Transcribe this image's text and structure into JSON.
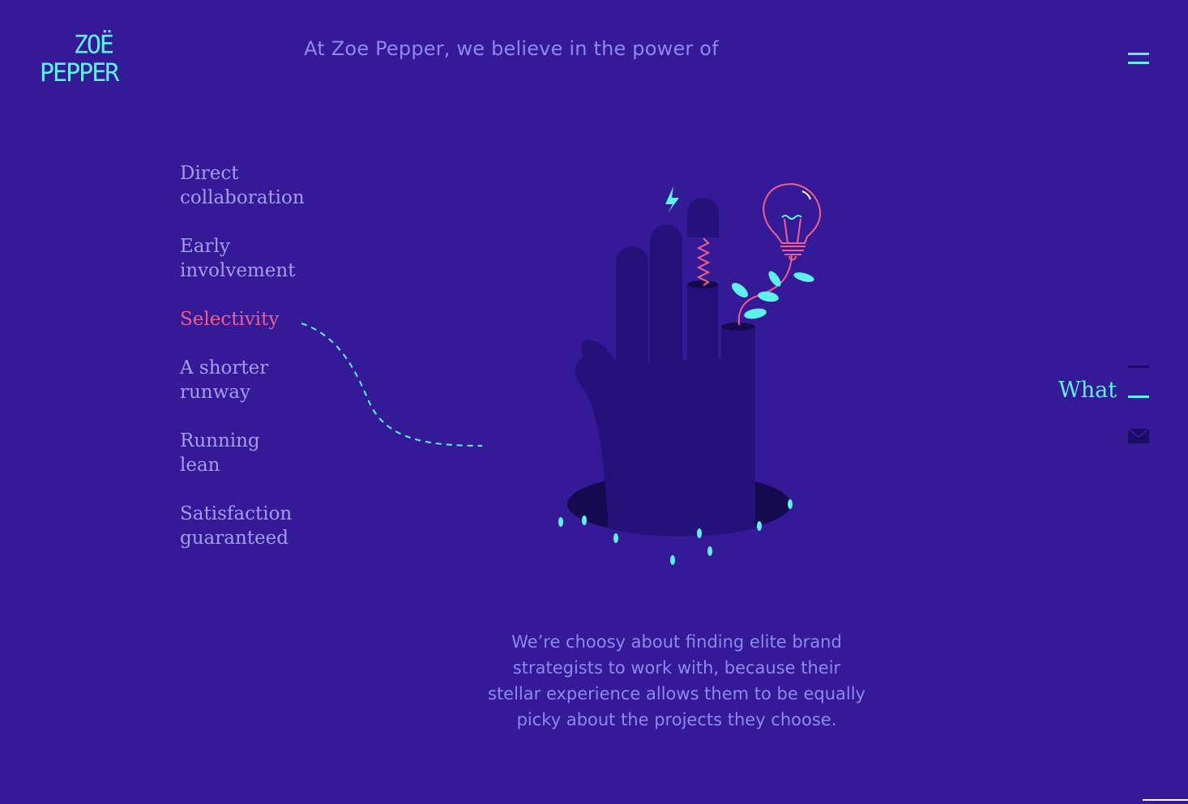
{
  "brand": {
    "logo_line1": "ZOË",
    "logo_line2": "PEPPER"
  },
  "header": {
    "tagline": "At Zoe Pepper, we believe in the power of"
  },
  "values": [
    {
      "label": "Direct\ncollaboration",
      "active": false
    },
    {
      "label": "Early\ninvolvement",
      "active": false
    },
    {
      "label": "Selectivity",
      "active": true
    },
    {
      "label": "A shorter\nrunway",
      "active": false
    },
    {
      "label": "Running\nlean",
      "active": false
    },
    {
      "label": "Satisfaction\nguaranteed",
      "active": false
    }
  ],
  "description": "We’re choosy about finding elite brand strategists to work with, because their stellar experience allows them to be equally picky about the projects they choose.",
  "side_nav": {
    "current_label": "What"
  },
  "colors": {
    "background": "#341a96",
    "accent_cyan": "#5ff0ee",
    "accent_pink": "#f25d8c",
    "text_lavender": "#a59cf2",
    "hand_dark": "#24127a",
    "hole_dark": "#150a4f"
  },
  "icons": [
    "menu-icon",
    "lightning-icon",
    "lightbulb-icon",
    "mail-icon"
  ]
}
